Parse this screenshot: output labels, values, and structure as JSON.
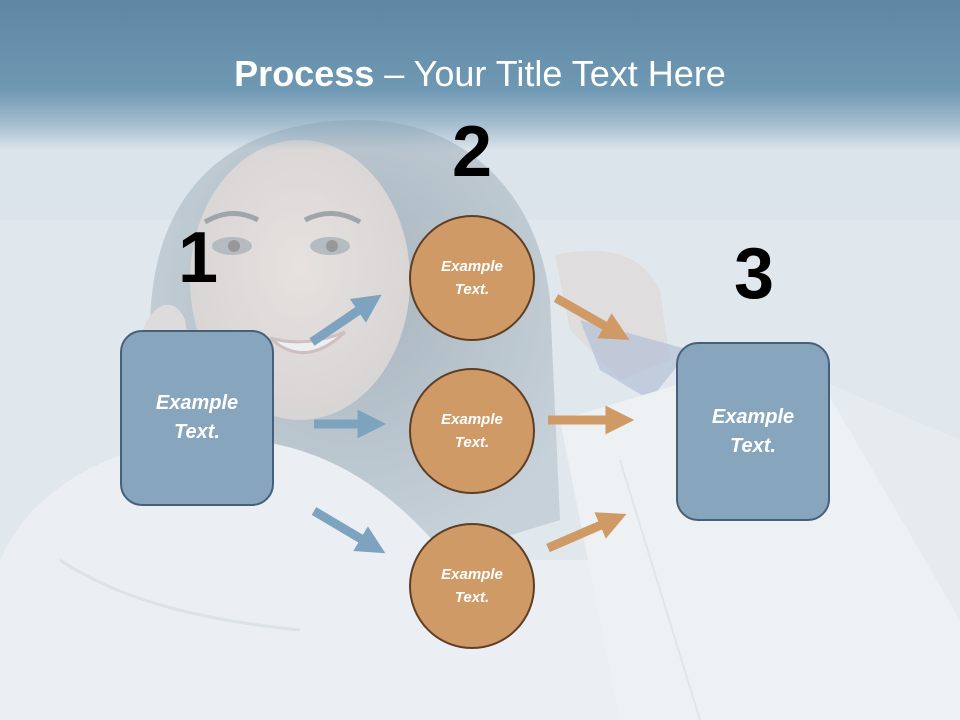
{
  "slide": {
    "title_bold": "Process",
    "title_rest": " – Your Title Text Here",
    "numbers": {
      "step1": "1",
      "step2": "2",
      "step3": "3"
    },
    "boxes": {
      "left": "Example Text.",
      "right": "Example Text."
    },
    "circles": {
      "top": "Example Text.",
      "middle": "Example Text.",
      "bottom": "Example Text."
    }
  },
  "colors": {
    "title_band": "#6f98b3",
    "box_fill": "#87a6be",
    "box_border": "#46607a",
    "circle_fill": "#cf9a66",
    "circle_border": "#5e3f26",
    "arrow_blue": "#7ea3bf",
    "arrow_orange": "#cf9a66"
  }
}
